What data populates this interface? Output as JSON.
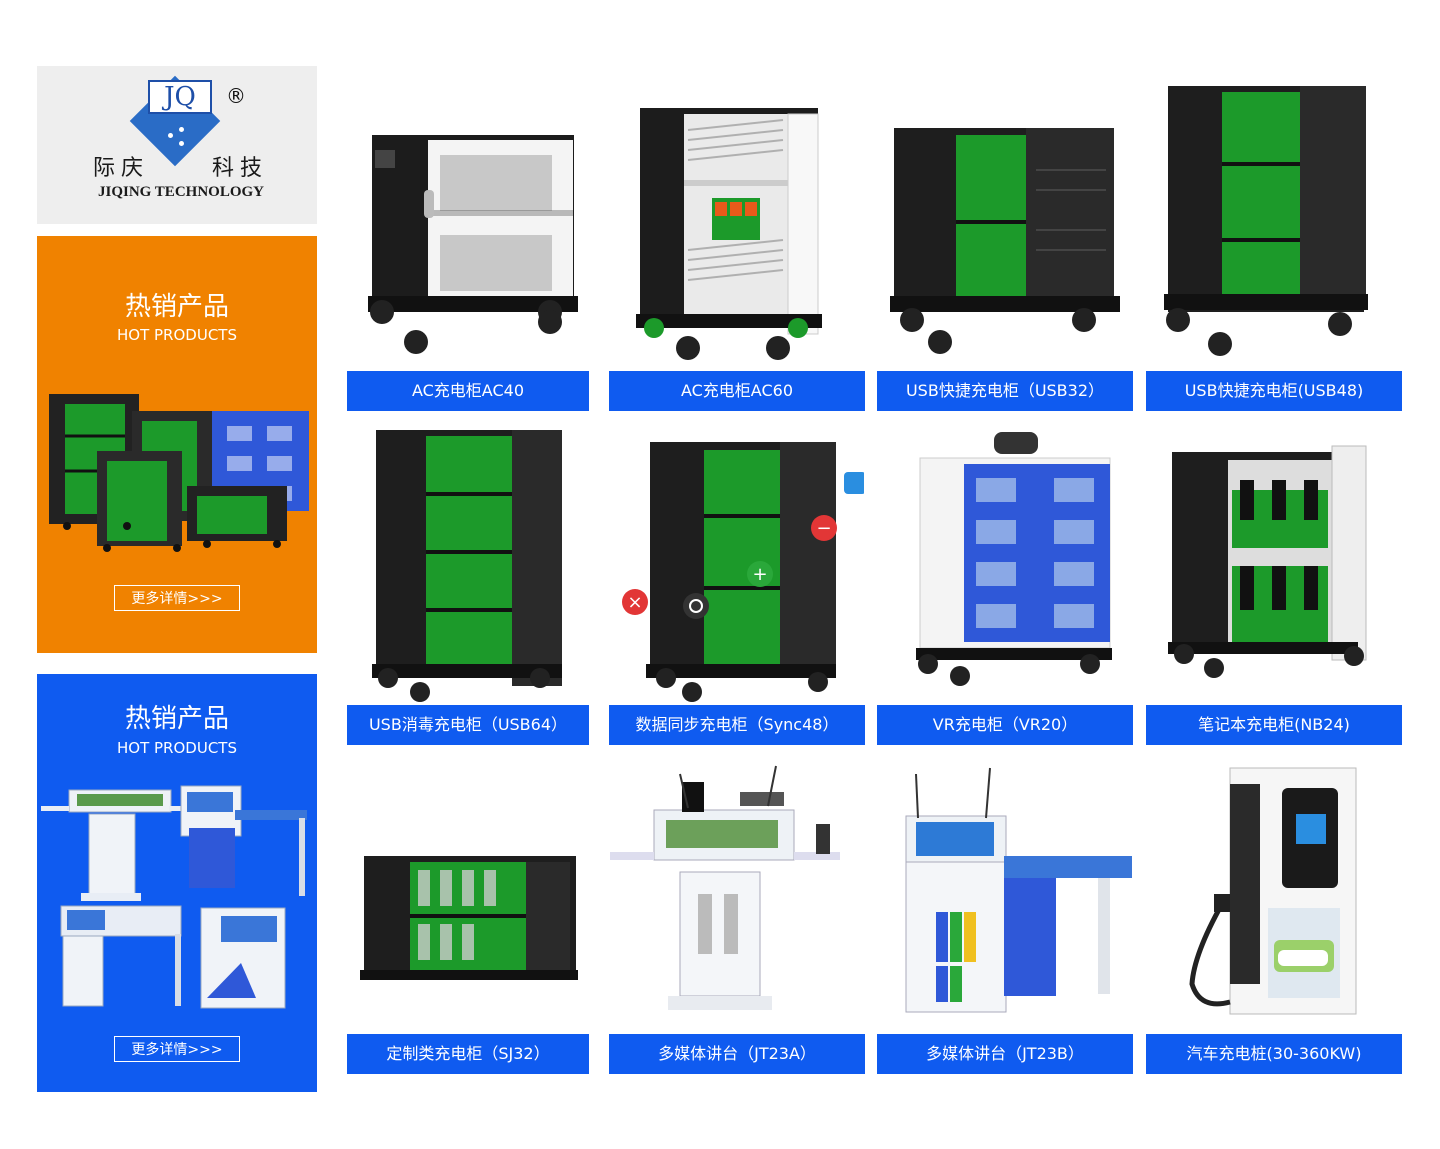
{
  "logo": {
    "initials": "JQ",
    "registered_mark": "®",
    "name_cn_1": "际庆",
    "name_cn_2": "科技",
    "name_en": "JIQING TECHNOLOGY"
  },
  "promo_orange": {
    "title": "热销产品",
    "subtitle": "HOT PRODUCTS",
    "button": "更多详情>>>",
    "color": "#f08200"
  },
  "promo_blue": {
    "title": "热销产品",
    "subtitle": "HOT PRODUCTS",
    "button": "更多详情>>>",
    "color": "#0f5bf0"
  },
  "products": [
    {
      "label": "AC充电柜AC40",
      "icon": "white-charging-cabinet-icon"
    },
    {
      "label": "AC充电柜AC60",
      "icon": "open-shelf-cabinet-icon"
    },
    {
      "label": "USB快捷充电柜（USB32）",
      "icon": "black-green-cabinet-icon"
    },
    {
      "label": "USB快捷充电柜(USB48)",
      "icon": "tall-black-green-cabinet-icon"
    },
    {
      "label": "USB消毒充电柜（USB64）",
      "icon": "tall-sanitizing-cabinet-icon"
    },
    {
      "label": "数据同步充电柜（Sync48）",
      "icon": "sync-cabinet-icon"
    },
    {
      "label": "VR充电柜（VR20）",
      "icon": "vr-cabinet-icon"
    },
    {
      "label": "笔记本充电柜(NB24)",
      "icon": "laptop-cabinet-icon"
    },
    {
      "label": "定制类充电柜（SJ32）",
      "icon": "custom-cabinet-icon"
    },
    {
      "label": "多媒体讲台（JT23A）",
      "icon": "podium-icon"
    },
    {
      "label": "多媒体讲台（JT23B）",
      "icon": "desk-podium-icon"
    },
    {
      "label": "汽车充电桩(30-360KW)",
      "icon": "ev-charger-icon"
    }
  ],
  "colors": {
    "accent_blue": "#0f5bf0",
    "accent_orange": "#f08200",
    "cabinet_black": "#222222",
    "cabinet_green": "#1c9a2a"
  }
}
